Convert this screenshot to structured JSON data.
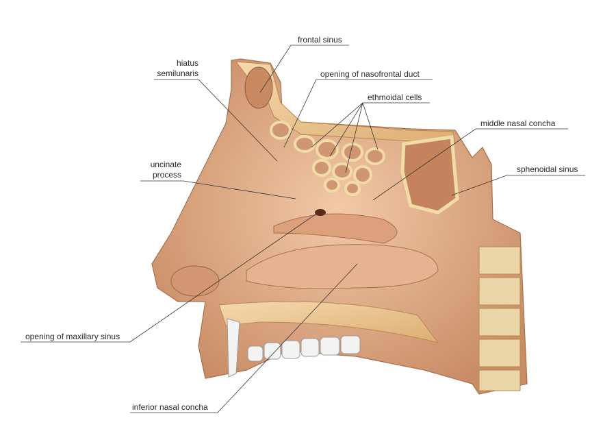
{
  "labels": {
    "frontal_sinus": "frontal sinus",
    "hiatus_line1": "hiatus",
    "hiatus_line2": "semilunaris",
    "nasofrontal_duct": "opening of nasofrontal duct",
    "ethmoidal_cells": "ethmoidal cells",
    "middle_nasal_concha": "middle nasal concha",
    "uncinate_line1": "uncinate",
    "uncinate_line2": "process",
    "sphenoidal_sinus": "sphenoidal sinus",
    "maxillary_sinus_opening": "opening of maxillary sinus",
    "inferior_nasal_concha": "inferior nasal concha"
  },
  "colors": {
    "tissue": "#e3b08e",
    "tissue_dark": "#b97a55",
    "bone": "#efd79a",
    "marrow": "#d9a96a",
    "cavity": "#f0c7a6",
    "teeth": "#f3f3f1",
    "leader": "#333333"
  }
}
